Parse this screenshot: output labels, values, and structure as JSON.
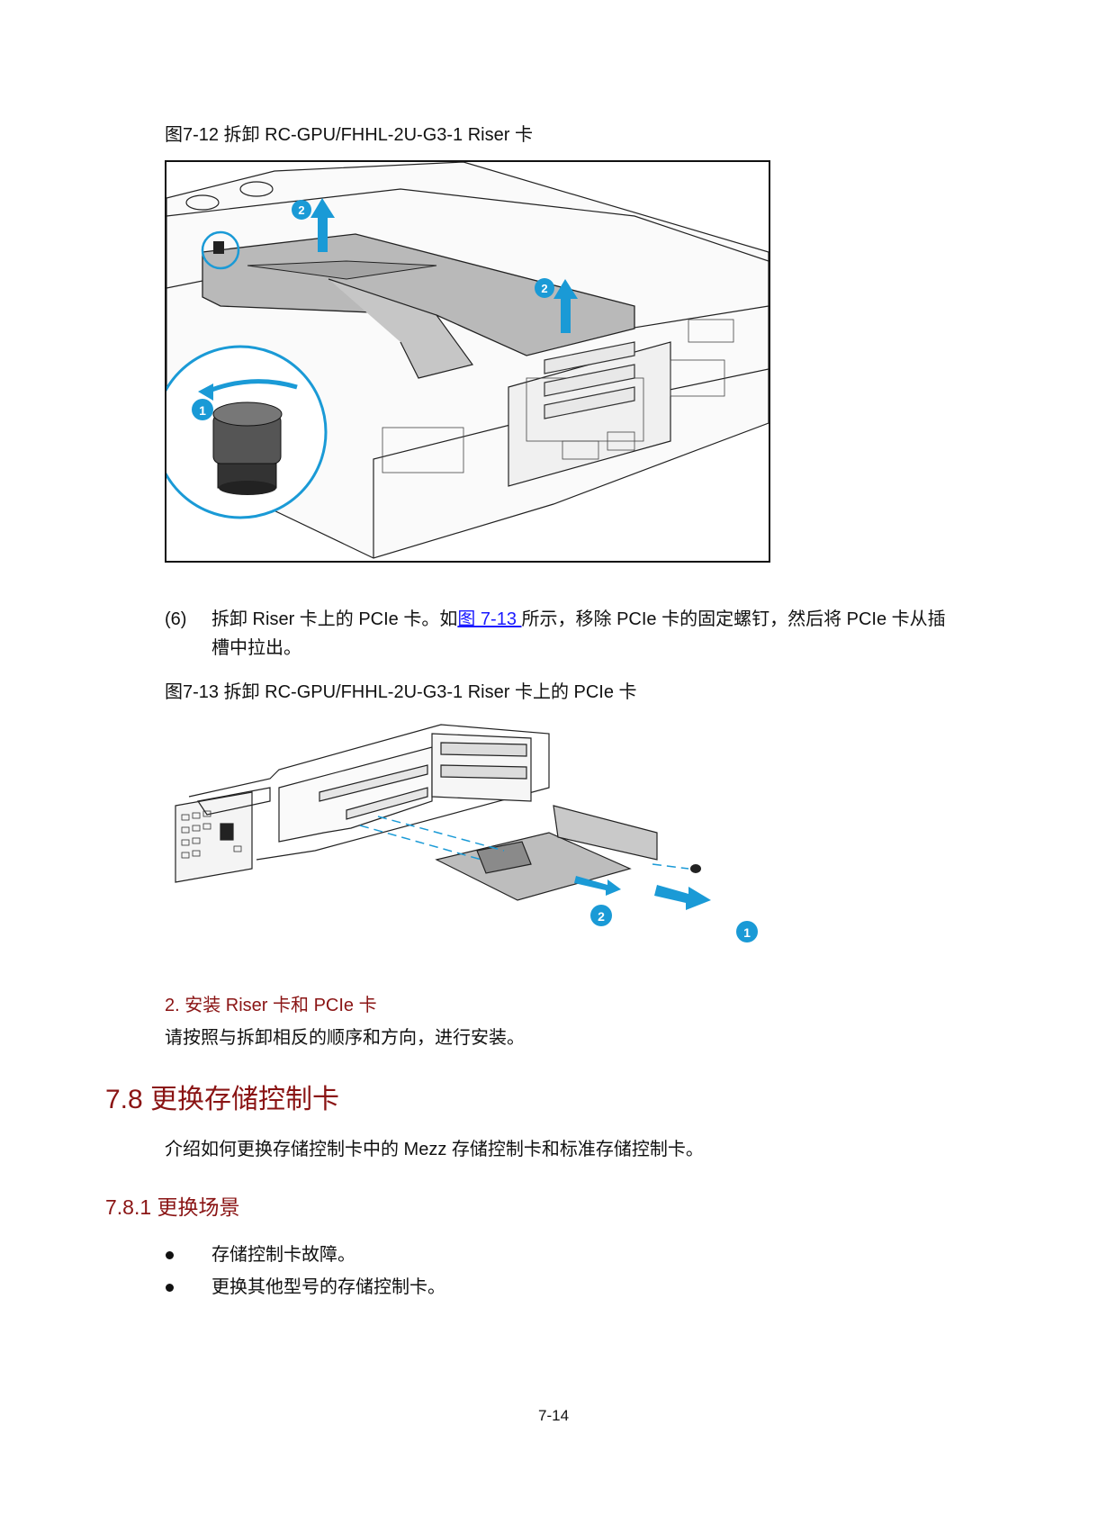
{
  "figure_12": {
    "caption": "图7-12  拆卸 RC-GPU/FHHL-2U-G3-1 Riser 卡",
    "callouts": [
      "1",
      "2",
      "2"
    ],
    "accent_color": "#1a9ad6"
  },
  "step_6": {
    "number": "(6)",
    "text_before_link": "拆卸 Riser 卡上的 PCIe 卡。如",
    "link_text": "图 7-13 ",
    "text_after_link": "所示，移除 PCIe 卡的固定螺钉，然后将 PCIe 卡从插",
    "line2": "槽中拉出。"
  },
  "figure_13": {
    "caption": "图7-13  拆卸 RC-GPU/FHHL-2U-G3-1 Riser 卡上的 PCIe 卡",
    "callouts": [
      "2",
      "1"
    ]
  },
  "install_section": {
    "heading": "2. 安装 Riser 卡和 PCIe 卡",
    "body": "请按照与拆卸相反的顺序和方向，进行安装。"
  },
  "section_7_8": {
    "heading": "7.8  更换存储控制卡",
    "intro": "介绍如何更换存储控制卡中的 Mezz 存储控制卡和标准存储控制卡。"
  },
  "section_7_8_1": {
    "heading": "7.8.1  更换场景",
    "bullets": [
      "存储控制卡故障。",
      "更换其他型号的存储控制卡。"
    ]
  },
  "footer": {
    "page_number": "7-14"
  },
  "colors": {
    "heading": "#8a1414",
    "link": "#1a1aff",
    "callout": "#1a9ad6"
  }
}
